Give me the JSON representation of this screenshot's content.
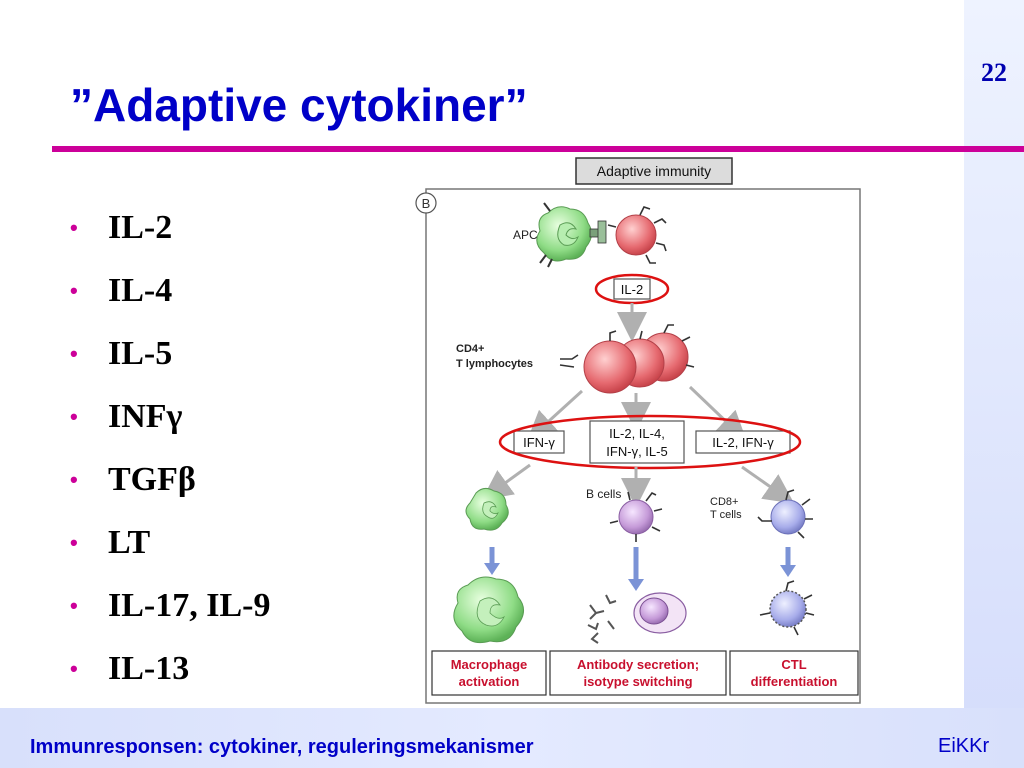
{
  "slide": {
    "number": "22",
    "title": "”Adaptive cytokiner”",
    "bullets": [
      "IL-2",
      "IL-4",
      "IL-5",
      "INFγ",
      "TGFβ",
      "LT",
      "IL-17, IL-9",
      "IL-13"
    ],
    "bullet_symbol": "•"
  },
  "figure": {
    "header": "Adaptive immunity",
    "panel_letter": "B",
    "apc_label": "APC",
    "il2_label": "IL-2",
    "cd4_label_1": "CD4+",
    "cd4_label_2": "T lymphocytes",
    "cytokine_left": "IFN-γ",
    "cytokine_mid_1": "IL-2,  IL-4,",
    "cytokine_mid_2": "IFN-γ, IL-5",
    "cytokine_right": "IL-2, IFN-γ",
    "bcells_label": "B cells",
    "cd8_label_1": "CD8+",
    "cd8_label_2": "T cells",
    "outcome_left_1": "Macrophage",
    "outcome_left_2": "activation",
    "outcome_mid_1": "Antibody secretion;",
    "outcome_mid_2": "isotype switching",
    "outcome_right_1": "CTL",
    "outcome_right_2": "differentiation"
  },
  "footer": {
    "left": "Immunresponsen: cytokiner, reguleringsmekanismer",
    "right": "EiKKr"
  },
  "colors": {
    "title_blue": "#0000c8",
    "accent_magenta": "#cc0099",
    "highlight_red": "#dd1111",
    "outcome_red": "#c8102e"
  }
}
